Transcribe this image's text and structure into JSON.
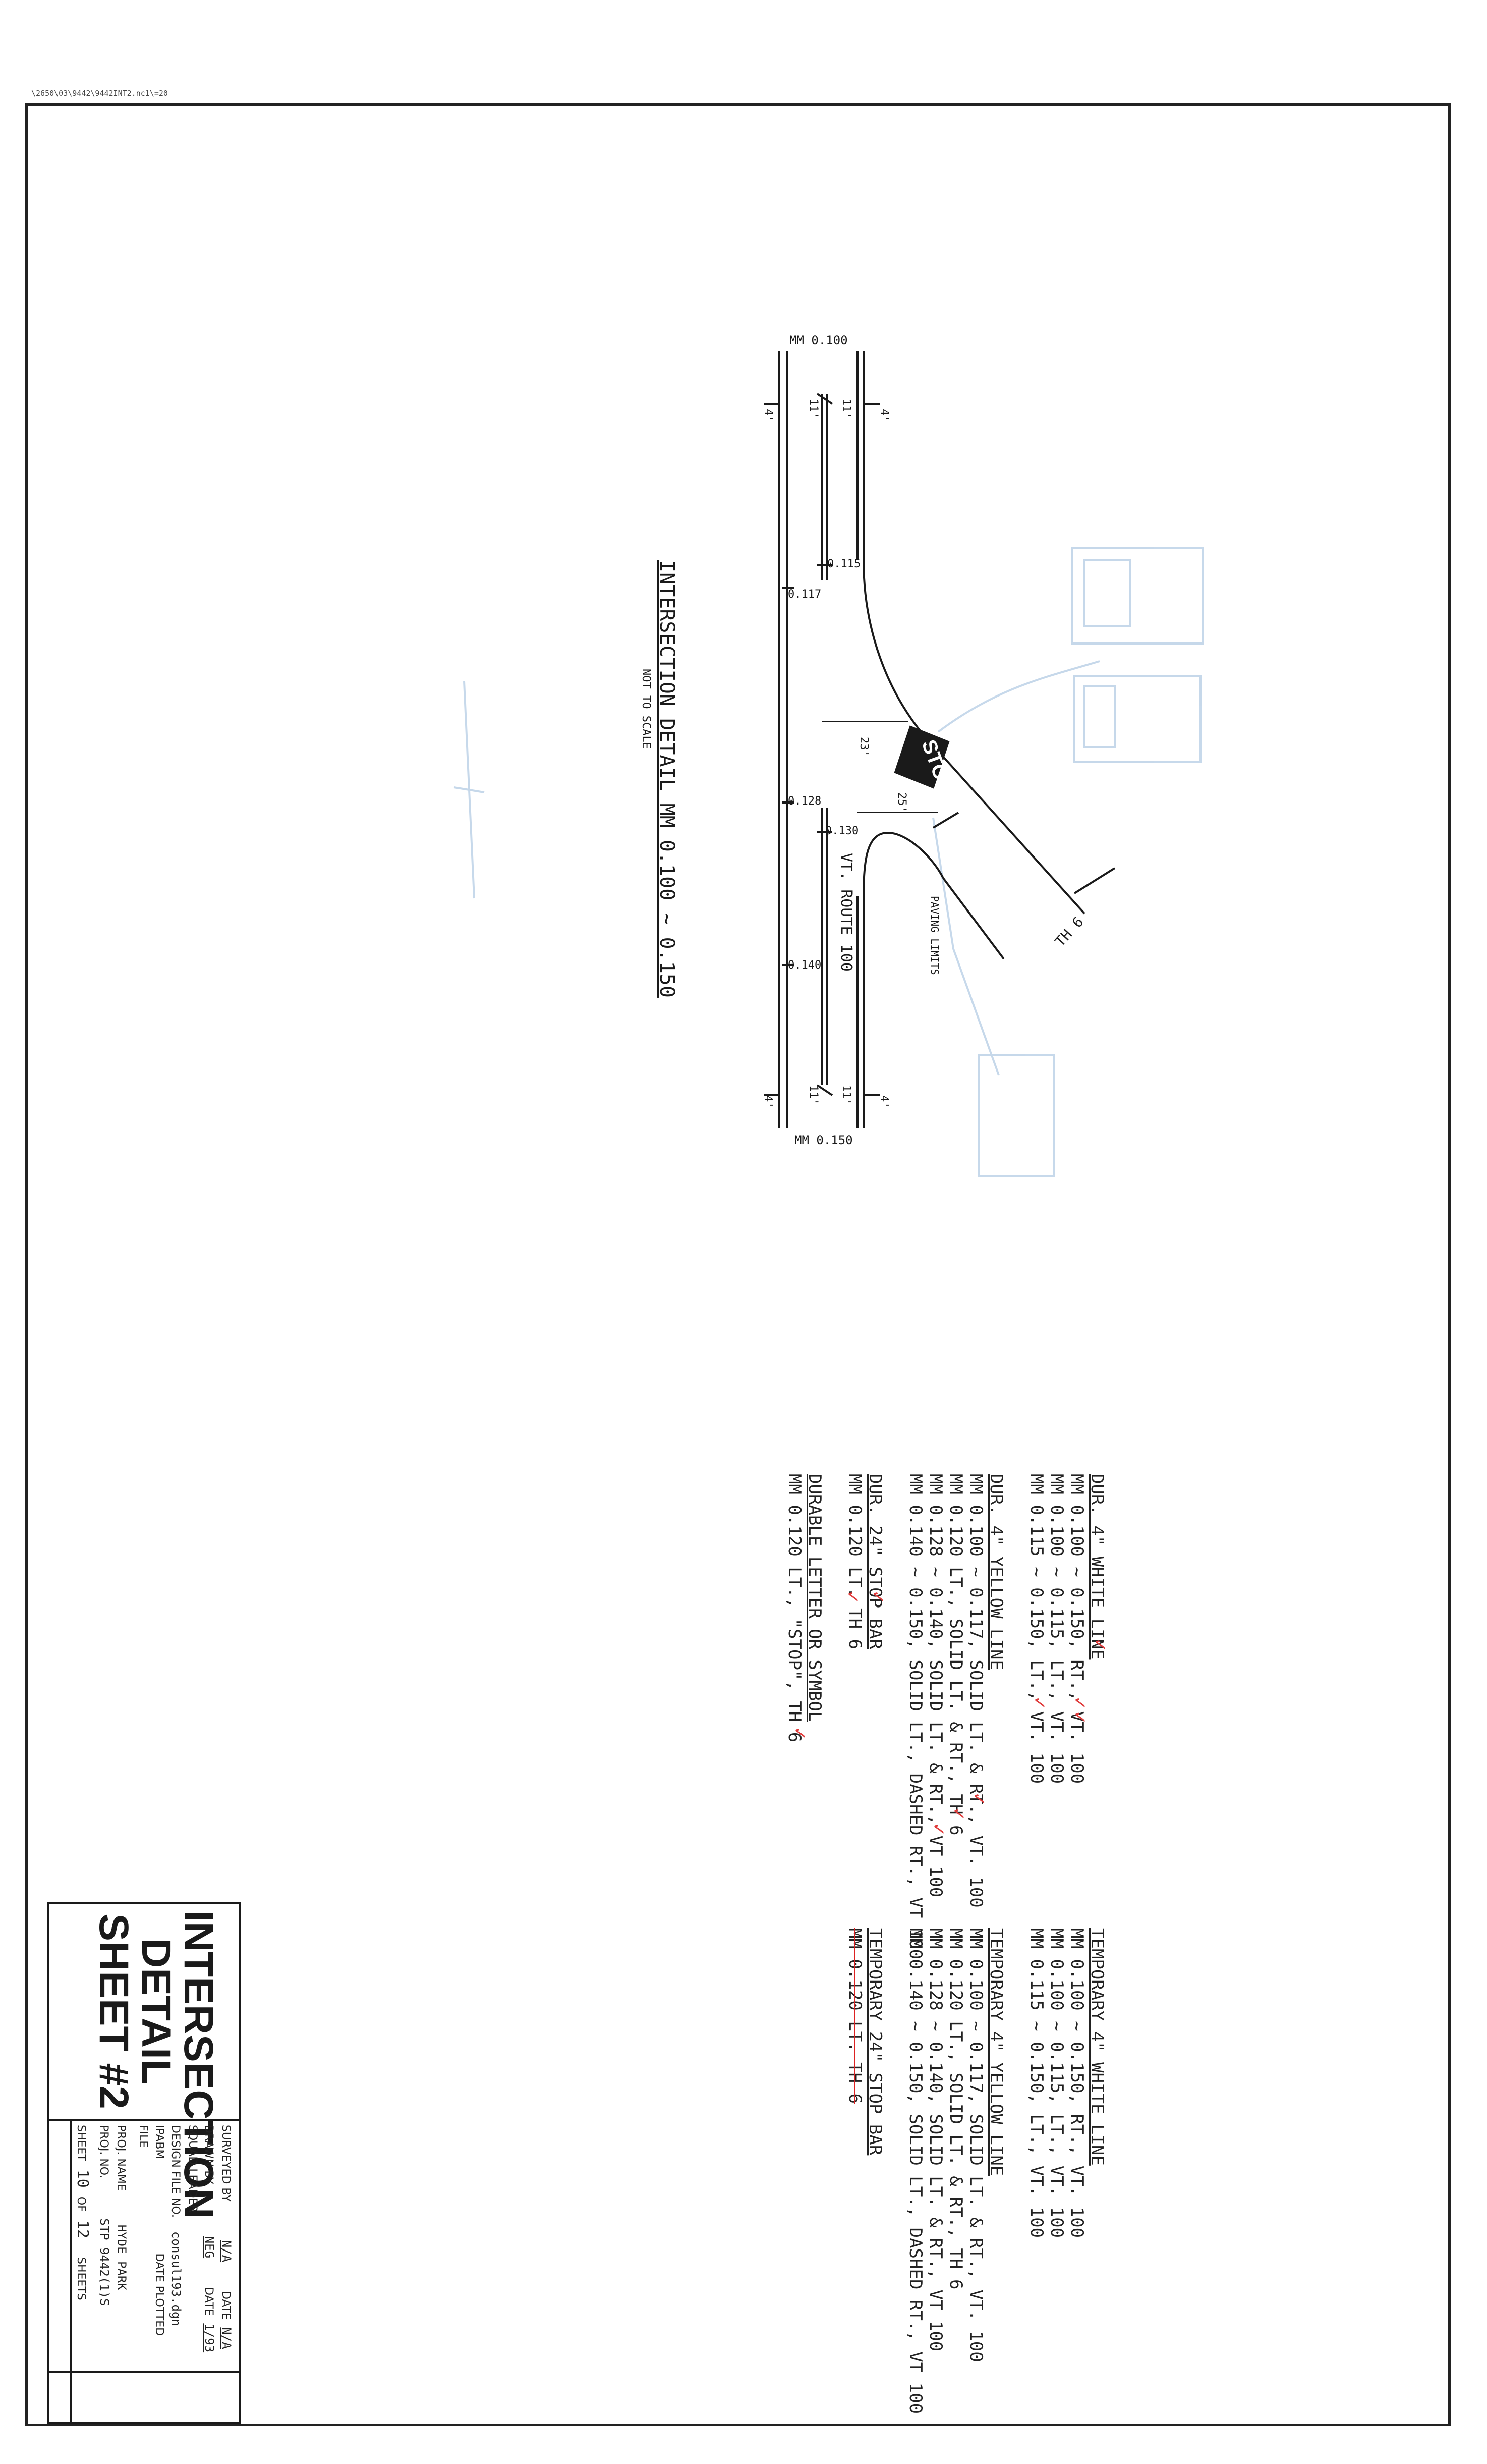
{
  "file_path": "\\2650\\03\\9442\\9442INT2.nc1\\=20",
  "detail": {
    "title": "INTERSECTION DETAIL MM 0.100 ~ 0.150",
    "subtitle": "NOT TO SCALE",
    "mm_top": "MM 0.100",
    "mm_bottom": "MM 0.150",
    "route_label": "VT. ROUTE 100",
    "th_label": "TH 6",
    "paving_limits": "PAVING LIMITS",
    "stop_text": "STOP",
    "markers": [
      "0.115",
      "0.117",
      "0.128",
      "0.130",
      "0.140"
    ],
    "dims": {
      "lane": "11'",
      "shoulder": "4'",
      "d23": "23'",
      "d25": "25'"
    }
  },
  "notes_left": [
    {
      "heading": "DUR. 4\" WHITE LINE",
      "lines": [
        "MM 0.100 ~ 0.150, RT., VT. 100",
        "MM 0.100 ~ 0.115, LT., VT. 100",
        "MM 0.115 ~ 0.150, LT., VT. 100"
      ]
    },
    {
      "heading": "DUR. 4\" YELLOW LINE",
      "lines": [
        "MM 0.100 ~ 0.117, SOLID LT. & RT., VT. 100",
        "MM 0.120 LT., SOLID LT. & RT., TH 6",
        "MM 0.128 ~ 0.140, SOLID LT. & RT., VT 100",
        "MM 0.140 ~ 0.150, SOLID LT., DASHED RT., VT 100"
      ]
    },
    {
      "heading": "DUR. 24\" STOP BAR",
      "lines": [
        "MM 0.120 LT. TH 6"
      ]
    },
    {
      "heading": "DURABLE LETTER OR SYMBOL",
      "lines": [
        "MM 0.120 LT., \"STOP\", TH 6"
      ]
    }
  ],
  "notes_right": [
    {
      "heading": "TEMPORARY 4\" WHITE LINE",
      "lines": [
        "MM 0.100 ~ 0.150, RT., VT. 100",
        "MM 0.100 ~ 0.115, LT., VT. 100",
        "MM 0.115 ~ 0.150, LT., VT. 100"
      ]
    },
    {
      "heading": "TEMPORARY 4\" YELLOW LINE",
      "lines": [
        "MM 0.100 ~ 0.117, SOLID LT. & RT., VT. 100",
        "MM 0.120 LT., SOLID LT. & RT., TH 6",
        "MM 0.128 ~ 0.140, SOLID LT. & RT., VT 100",
        "MM 0.140 ~ 0.150, SOLID LT., DASHED RT., VT 100"
      ]
    },
    {
      "heading": "TEMPORARY 24\" STOP BAR",
      "lines": [
        "MM 0.120 LT. TH 6"
      ]
    }
  ],
  "title_block": {
    "title_lines": [
      "INTERSECTION",
      "DETAIL",
      "SHEET #2"
    ],
    "surveyed_by_label": "SURVEYED BY",
    "surveyed_by": "N/A",
    "date1_label": "DATE",
    "date1": "N/A",
    "drawn_by_label": "DRAWN BY",
    "drawn_by": "NEG",
    "date2_label": "DATE",
    "date2": "1/93",
    "squad_leader_label": "SQUAD LEADER",
    "design_file_label": "DESIGN FILE NO.",
    "design_file": "consul193.dgn",
    "ipabm_label": "IPABM",
    "file_label": "FILE",
    "date_plotted_label": "DATE PLOTTED",
    "proj_name_label": "PROJ. NAME",
    "proj_name": "HYDE PARK",
    "proj_no_label": "PROJ. NO.",
    "proj_no": "STP 9442(1)S",
    "sheet_label": "SHEET",
    "sheet_no": "10",
    "of_label": "OF",
    "sheet_total": "12",
    "sheets_label": "SHEETS"
  },
  "colors": {
    "ink": "#1a1a1a",
    "check": "#e03a3a",
    "pencil": "#b9cfe6"
  }
}
